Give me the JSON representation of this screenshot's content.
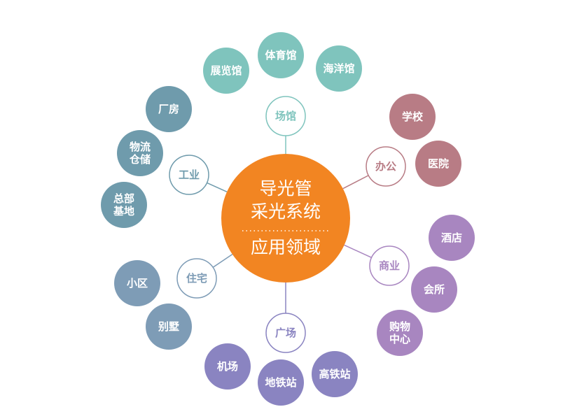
{
  "center": {
    "line1": "导光管",
    "line2": "采光系统",
    "line3": "应用领域",
    "color": "#F28522"
  },
  "categories": [
    {
      "id": "venue",
      "label": "场馆",
      "color": "#7FC4BD",
      "items": [
        [
          "展览馆"
        ],
        [
          "体育馆"
        ],
        [
          "海洋馆"
        ]
      ]
    },
    {
      "id": "office",
      "label": "办公",
      "color": "#B87C85",
      "items": [
        [
          "学校"
        ],
        [
          "医院"
        ]
      ]
    },
    {
      "id": "commerce",
      "label": "商业",
      "color": "#A886C0",
      "items": [
        [
          "酒店"
        ],
        [
          "会所"
        ],
        [
          "购物",
          "中心"
        ]
      ]
    },
    {
      "id": "square",
      "label": "广场",
      "color": "#8A84C1",
      "items": [
        [
          "机场"
        ],
        [
          "地铁站"
        ],
        [
          "高铁站"
        ]
      ]
    },
    {
      "id": "residential",
      "label": "住宅",
      "color": "#7E9CB6",
      "items": [
        [
          "小区"
        ],
        [
          "别墅"
        ]
      ]
    },
    {
      "id": "industry",
      "label": "工业",
      "color": "#6F9BAC",
      "items": [
        [
          "厂房"
        ],
        [
          "物流",
          "仓储"
        ],
        [
          "总部",
          "基地"
        ]
      ]
    }
  ]
}
